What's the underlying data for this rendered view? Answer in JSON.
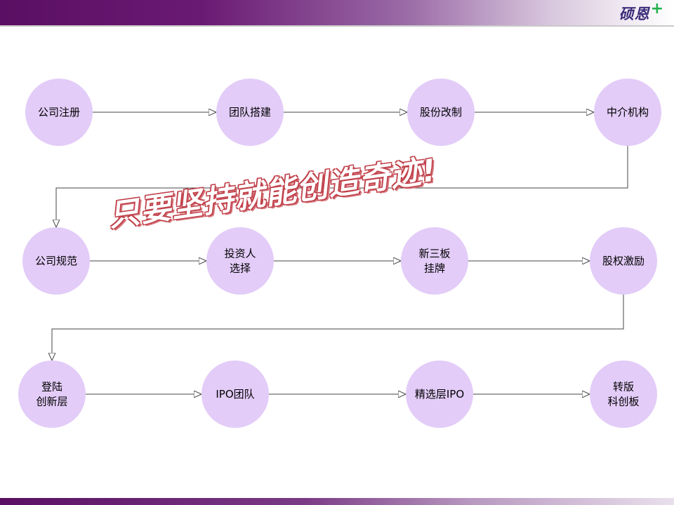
{
  "brand": {
    "logo_text": "硕恩",
    "logo_plus": "+"
  },
  "slogan": "只要坚持就能创造奇迹!",
  "colors": {
    "node_fill": "#e3ccf8",
    "line": "#444444",
    "header_purple": "#5a0f63"
  },
  "rows": [
    {
      "nodes": [
        {
          "lines": [
            "公司注册"
          ]
        },
        {
          "lines": [
            "团队搭建"
          ]
        },
        {
          "lines": [
            "股份改制"
          ]
        },
        {
          "lines": [
            "中介机构"
          ]
        }
      ]
    },
    {
      "nodes": [
        {
          "lines": [
            "公司规范"
          ]
        },
        {
          "lines": [
            "投资人",
            "选择"
          ]
        },
        {
          "lines": [
            "新三板",
            "挂牌"
          ]
        },
        {
          "lines": [
            "股权激励"
          ]
        }
      ]
    },
    {
      "nodes": [
        {
          "lines": [
            "登陆",
            "创新层"
          ]
        },
        {
          "lines": [
            "IPO团队"
          ]
        },
        {
          "lines": [
            "精选层IPO"
          ]
        },
        {
          "lines": [
            "转版",
            "科创板"
          ]
        }
      ]
    }
  ]
}
